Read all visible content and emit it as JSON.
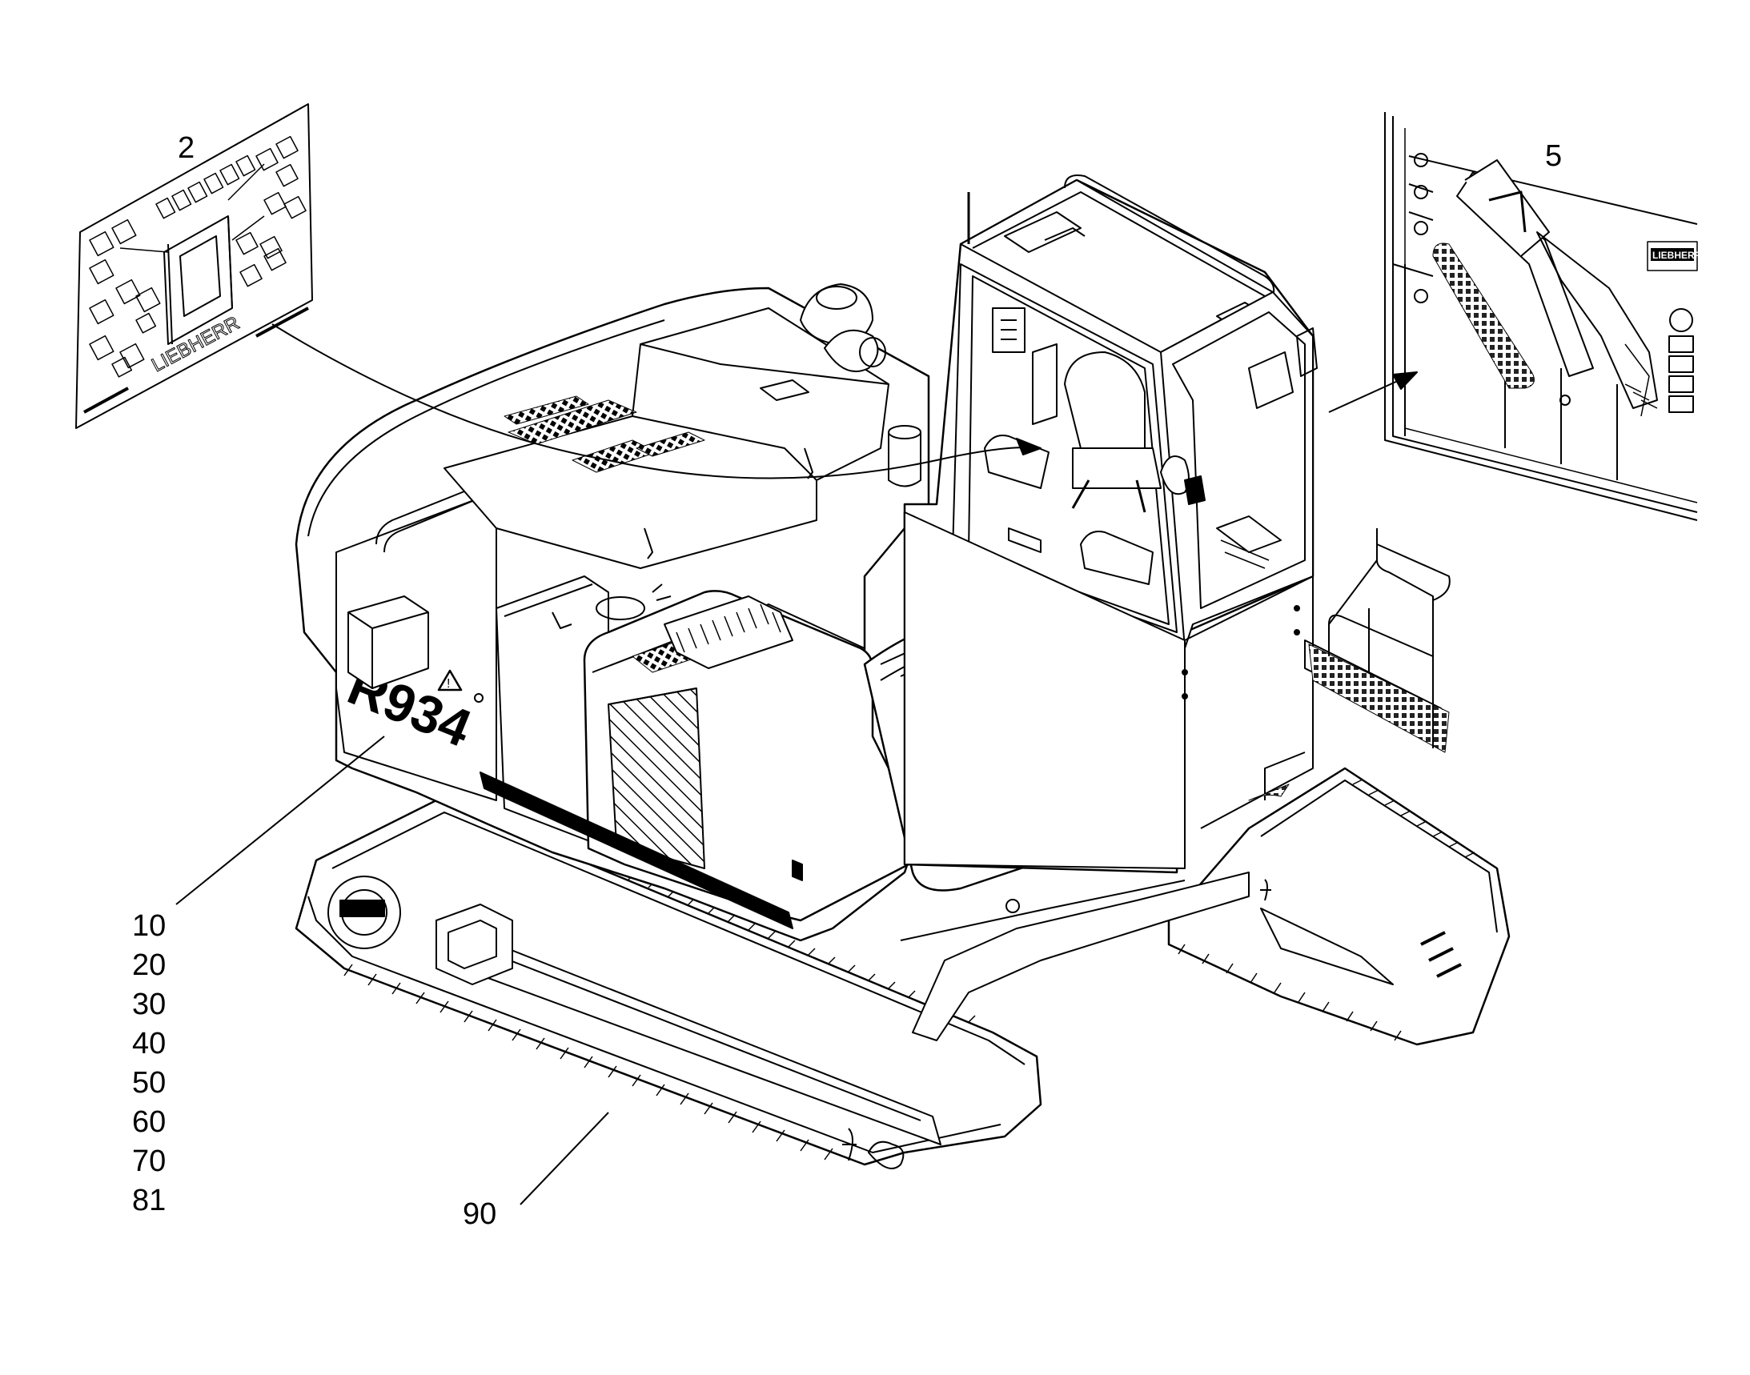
{
  "callouts": {
    "decal_sheet": "2",
    "boom_decal": "5",
    "undercarriage": "90",
    "model_decal_group": [
      "10",
      "20",
      "30",
      "40",
      "50",
      "60",
      "70",
      "81"
    ]
  },
  "decal_sheet_brand": "LIEBHERR",
  "boom_decal_brand": "LIEBHERR",
  "counterweight_model_text": "R934",
  "colors": {
    "line": "#000000",
    "background": "#ffffff"
  }
}
